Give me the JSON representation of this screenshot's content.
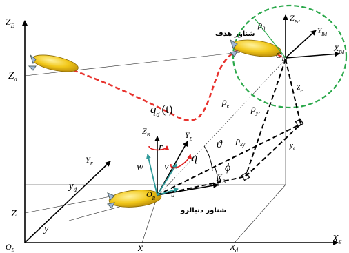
{
  "frame": {
    "origin": "O",
    "origin_sub": "E",
    "axis_z": "Z",
    "axis_z_sub": "E",
    "axis_y": "Y",
    "axis_y_sub": "E",
    "axis_x": "X",
    "axis_x_sub": "E"
  },
  "marks": {
    "zd": "Z",
    "zd_sub": "d",
    "z": "Z",
    "yd": "y",
    "yd_sub": "d",
    "y": "y",
    "x": "x",
    "xd": "x",
    "xd_sub": "d"
  },
  "trajectory": {
    "q": "q",
    "q_sub": "d",
    "q_arg": "(t)"
  },
  "target": {
    "caption": "شناور هدف",
    "origin": "O",
    "origin_sub": "Bd",
    "zbd": "Z",
    "zbd_sub": "Bd",
    "ybd": "Y",
    "ybd_sub": "Bd",
    "xbd": "X",
    "xbd_sub": "Bd",
    "rho0": "ρ",
    "rho0_sub": "0",
    "ze": "z",
    "ze_sub": "e",
    "ye": "y",
    "ye_sub": "e"
  },
  "follower": {
    "caption": "شناور دنبالرو",
    "origin": "O",
    "origin_sub": "B",
    "zb": "Z",
    "zb_sub": "B",
    "yb": "Y",
    "yb_sub": "B",
    "xb": "X",
    "xb_sub": "B",
    "r": "r",
    "w": "w",
    "v": "v",
    "q": "q",
    "u": "u"
  },
  "angles": {
    "theta": "ϑ",
    "phi": "ϕ"
  },
  "distances": {
    "rho_e": "ρ",
    "rho_e_sub": "e",
    "rho_yz": "ρ",
    "rho_yz_sub": "yz",
    "rho_xy": "ρ",
    "rho_xy_sub": "xy"
  },
  "colors": {
    "trajectory": "#e8322d",
    "sphere": "#2aa84a",
    "airship": "#f2c81a",
    "rotation": "#e02020",
    "teal": "#2f9a9a"
  }
}
